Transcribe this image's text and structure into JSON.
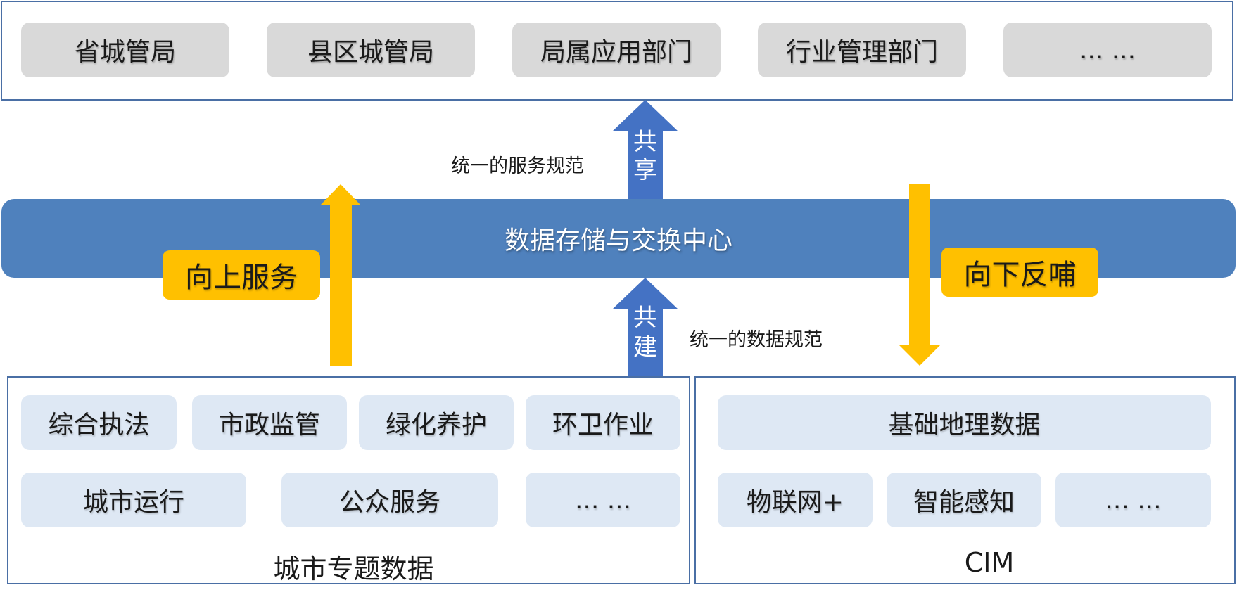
{
  "top_row": {
    "items": [
      "省城管局",
      "县区城管局",
      "局属应用部门",
      "行业管理部门",
      "... ..."
    ]
  },
  "center": {
    "hub_label": "数据存储与交换中心",
    "share_label": "共享",
    "share_chars": [
      "共",
      "享"
    ],
    "build_label": "共建",
    "build_chars": [
      "共",
      "建"
    ],
    "service_spec": "统一的服务规范",
    "data_spec": "统一的数据规范",
    "up_service": "向上服务",
    "down_feedback": "向下反哺"
  },
  "left_panel": {
    "caption": "城市专题数据",
    "row1": [
      "综合执法",
      "市政监管",
      "绿化养护",
      "环卫作业"
    ],
    "row2": [
      "城市运行",
      "公众服务",
      "... ..."
    ]
  },
  "right_panel": {
    "caption": "CIM",
    "row1": [
      "基础地理数据"
    ],
    "row2": [
      "物联网+",
      "智能感知",
      "... ..."
    ]
  },
  "colors": {
    "hub_blue": "#4f81bd",
    "arrow_blue": "#4472c4",
    "accent_yellow": "#ffc000",
    "gray_box": "#d9d9d9",
    "light_box": "#dee8f4",
    "frame_border": "#4a6fa5"
  }
}
